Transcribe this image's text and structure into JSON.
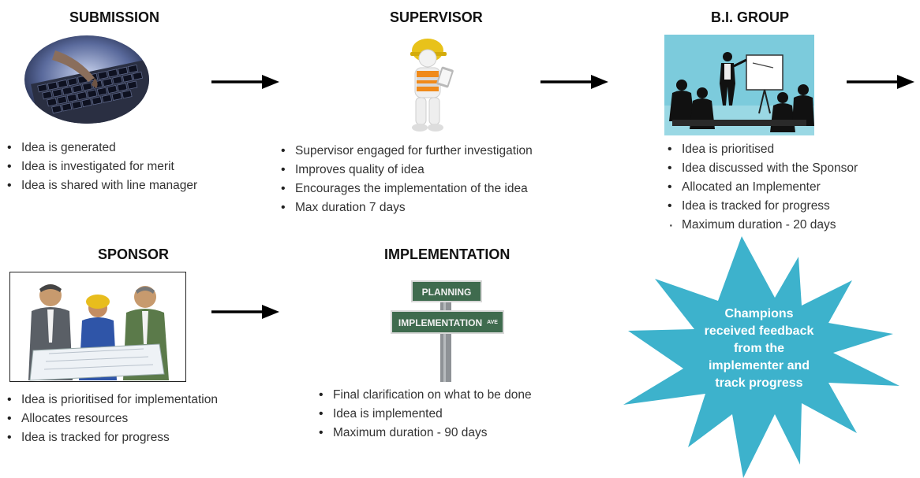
{
  "stages": {
    "submission": {
      "title": "SUBMISSION",
      "bullets": [
        "Idea is generated",
        "Idea is investigated for merit",
        "Idea is shared with line manager"
      ]
    },
    "supervisor": {
      "title": "SUPERVISOR",
      "bullets": [
        "Supervisor engaged for further investigation",
        "Improves quality of idea",
        "Encourages the implementation of the idea",
        "Max duration 7 days"
      ]
    },
    "bi_group": {
      "title": "B.I. GROUP",
      "bullets": [
        "Idea is prioritised",
        "Idea discussed with the Sponsor",
        "Allocated an Implementer",
        "Idea is tracked for progress",
        "Maximum duration - 20 days"
      ]
    },
    "sponsor": {
      "title": "SPONSOR",
      "bullets": [
        "Idea is prioritised for implementation",
        "Allocates resources",
        "Idea is tracked for progress"
      ]
    },
    "implementation": {
      "title": "IMPLEMENTATION",
      "bullets": [
        "Final clarification on what to be done",
        "Idea is implemented",
        "Maximum duration - 90 days"
      ],
      "sign_top": "PLANNING",
      "sign_bottom": "IMPLEMENTATION",
      "sign_bottom_suffix": "AVE"
    }
  },
  "callout": {
    "lines": [
      "Champions",
      "received feedback",
      "from the",
      "implementer and",
      "track progress"
    ],
    "color": "#3db2cc"
  },
  "colors": {
    "arrow": "#000000",
    "title": "#111111",
    "text": "#333333"
  }
}
